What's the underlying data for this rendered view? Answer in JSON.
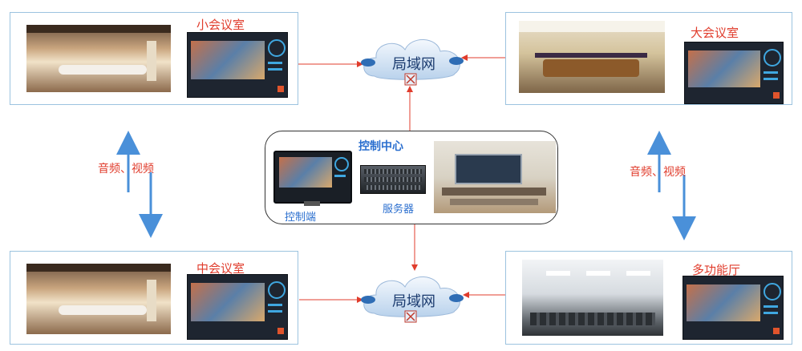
{
  "rooms": {
    "small": {
      "label": "小会议室"
    },
    "large": {
      "label": "大会议室"
    },
    "medium": {
      "label": "中会议室"
    },
    "multi": {
      "label": "多功能厅"
    }
  },
  "network": {
    "top_cloud_label": "局域网",
    "bottom_cloud_label": "局域网"
  },
  "control_center": {
    "title": "控制中心",
    "terminal_label": "控制端",
    "server_label": "服务器"
  },
  "links": {
    "left_av_label": "音频、视频",
    "right_av_label": "音频、视频"
  },
  "colors": {
    "arrow_red": "#e03c2c",
    "arrow_blue": "#4a90d9",
    "box_border": "#9cc3df",
    "title_blue": "#2b6fcf"
  }
}
